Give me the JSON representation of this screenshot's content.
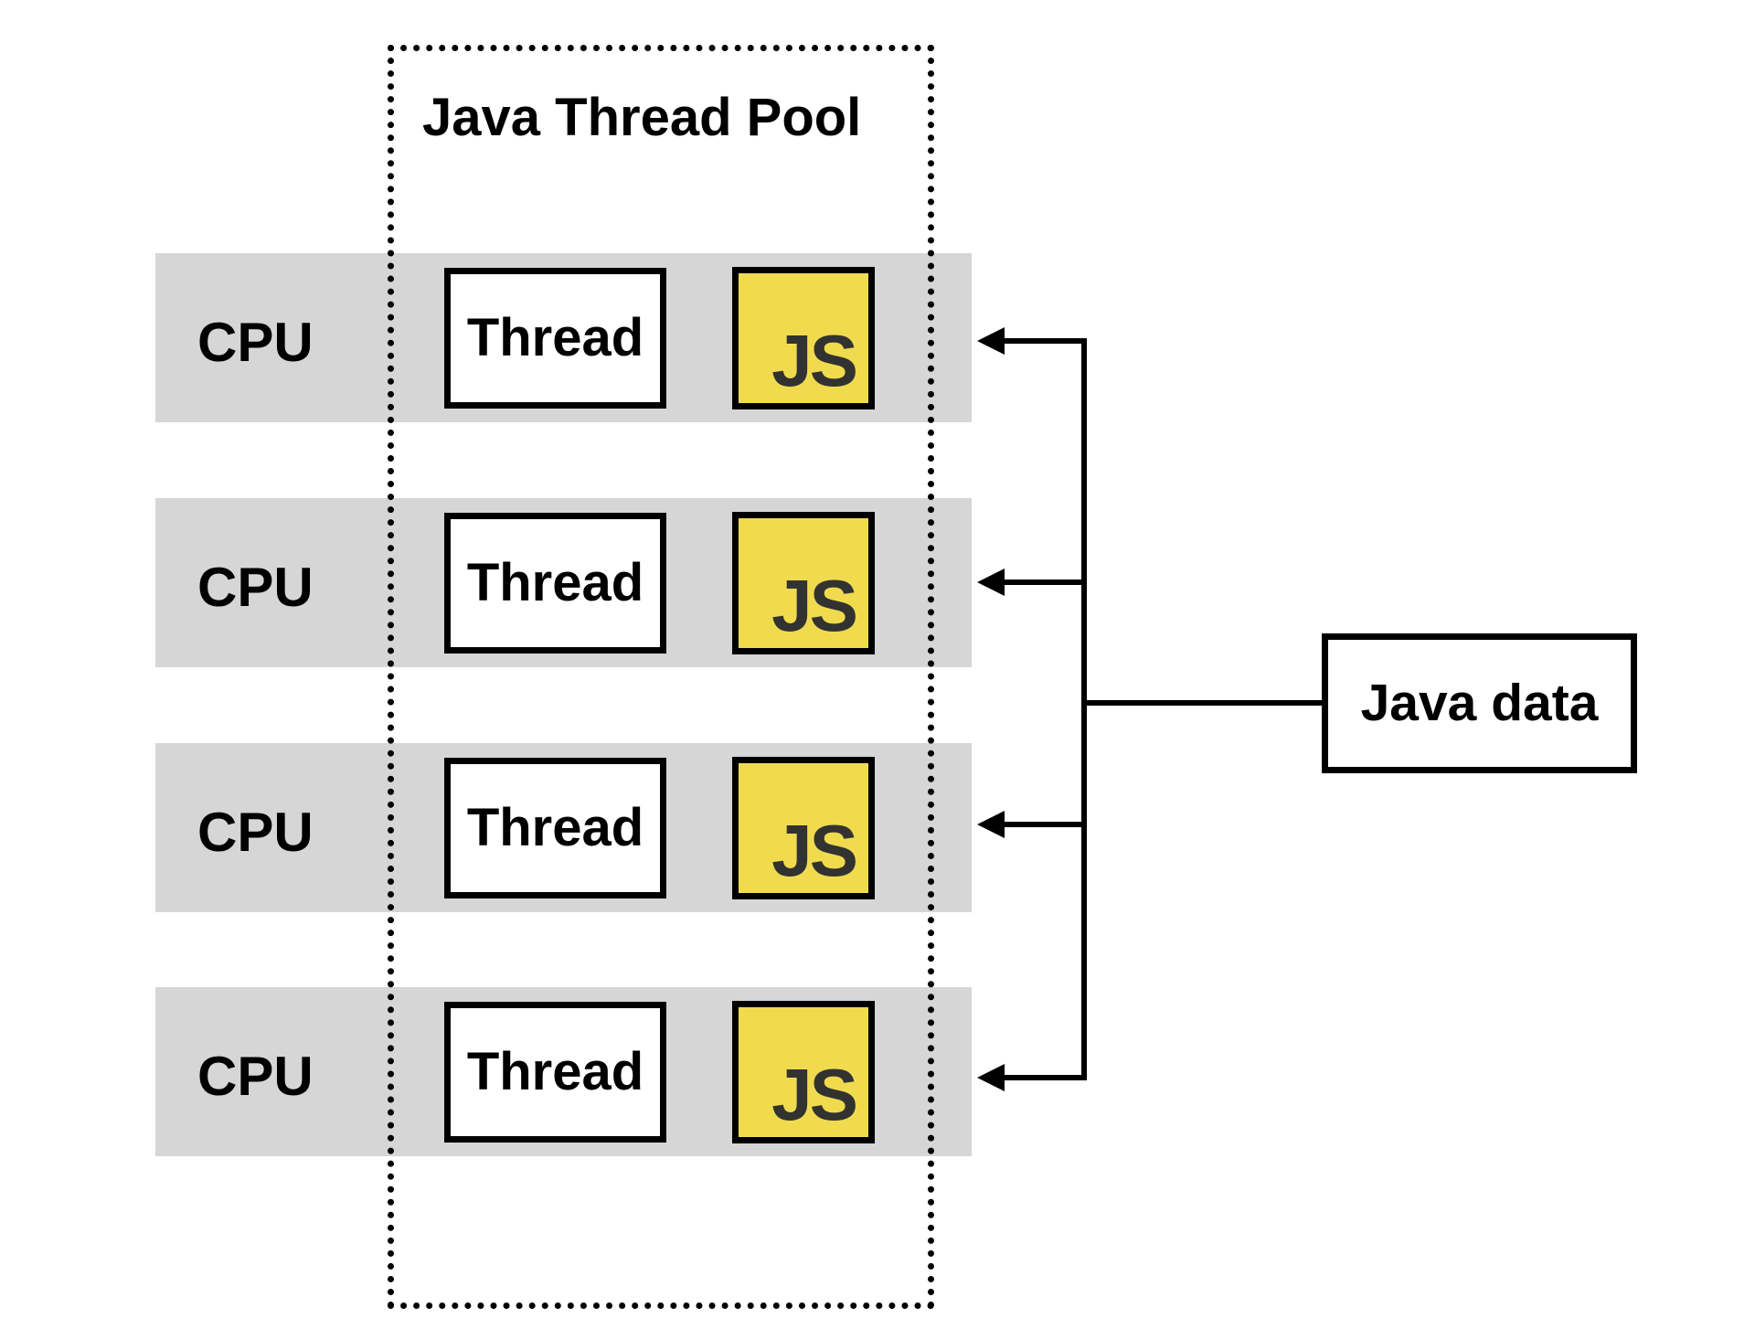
{
  "pool": {
    "title": "Java Thread Pool"
  },
  "rows": [
    {
      "cpu_label": "CPU",
      "thread_label": "Thread",
      "js_label": "JS"
    },
    {
      "cpu_label": "CPU",
      "thread_label": "Thread",
      "js_label": "JS"
    },
    {
      "cpu_label": "CPU",
      "thread_label": "Thread",
      "js_label": "JS"
    },
    {
      "cpu_label": "CPU",
      "thread_label": "Thread",
      "js_label": "JS"
    }
  ],
  "source": {
    "label": "Java data"
  },
  "colors": {
    "band": "#d6d6d6",
    "js_background": "#f0db4f",
    "js_text": "#323330",
    "stroke": "#000000"
  }
}
